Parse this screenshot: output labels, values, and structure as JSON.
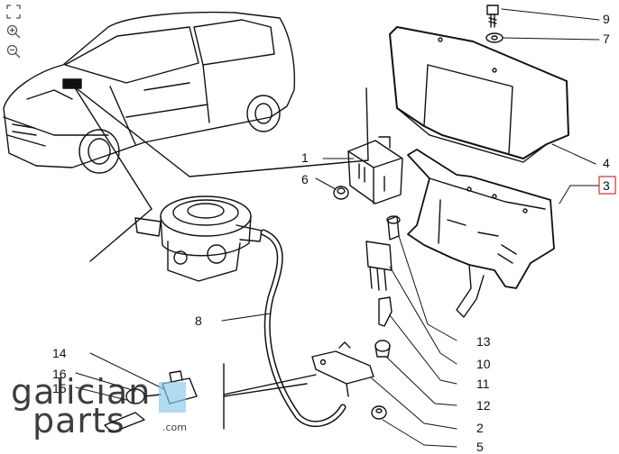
{
  "toolbar": {
    "fit_icon": "fit-to-screen-icon",
    "zoom_in_icon": "zoom-in-icon",
    "zoom_out_icon": "zoom-out-icon"
  },
  "callouts": {
    "c1": "1",
    "c2": "2",
    "c3": "3",
    "c4": "4",
    "c5": "5",
    "c6": "6",
    "c7": "7",
    "c8": "8",
    "c9": "9",
    "c10": "10",
    "c11": "11",
    "c12": "12",
    "c13": "13",
    "c14": "14",
    "c15": "15",
    "c16": "16"
  },
  "selected_callout": "3",
  "watermark": {
    "line1": "galician",
    "line2": "parts",
    "suffix": ".com"
  },
  "colors": {
    "highlight": "#c0392b",
    "ink": "#111111"
  }
}
